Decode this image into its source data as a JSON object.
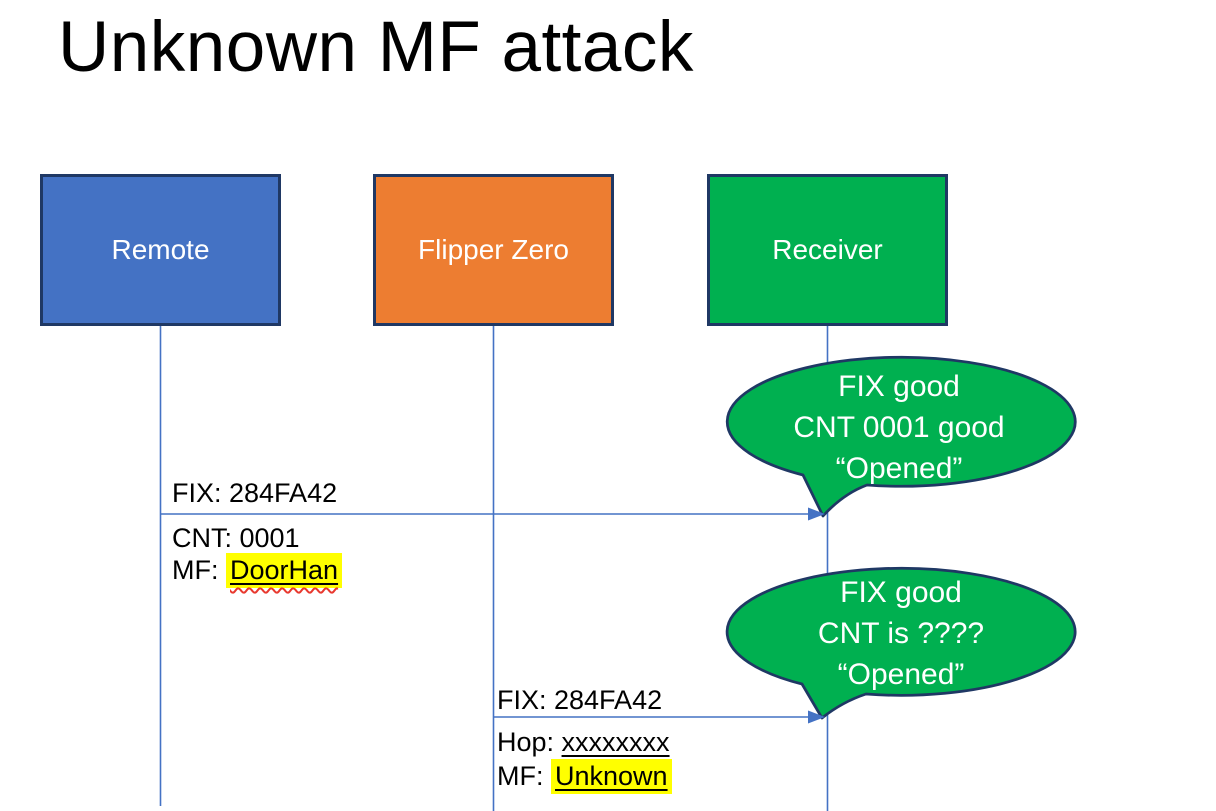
{
  "title": "Unknown MF attack",
  "actors": {
    "remote": {
      "label": "Remote",
      "fill": "#4472C4"
    },
    "flipper": {
      "label": "Flipper Zero",
      "fill": "#ED7D31"
    },
    "receiver": {
      "label": "Receiver",
      "fill": "#00B050"
    }
  },
  "colors": {
    "shape_border": "#1F3864",
    "connector_blue": "#4472C4",
    "callout_fill": "#00B050",
    "highlight_yellow": "#FFFF00",
    "spellcheck_red": "#E8392F",
    "box_text": "#FFFFFF",
    "label_text": "#000000"
  },
  "message1": {
    "from": "Remote",
    "to": "Receiver",
    "line1": "FIX: 284FA42",
    "line2": "CNT: 0001",
    "line3_prefix": "MF: ",
    "line3_value": "DoorHan"
  },
  "message2": {
    "from": "Flipper Zero",
    "to": "Receiver",
    "line1": "FIX: 284FA42",
    "line2_prefix": "Hop: ",
    "line2_value": "xxxxxxxx",
    "line3_prefix": "MF: ",
    "line3_value": "Unknown"
  },
  "callout1": {
    "line1": "FIX good",
    "line2": "CNT 0001 good",
    "line3": "“Opened”"
  },
  "callout2": {
    "line1": "FIX good",
    "line2": "CNT is ????",
    "line3": "“Opened”"
  }
}
